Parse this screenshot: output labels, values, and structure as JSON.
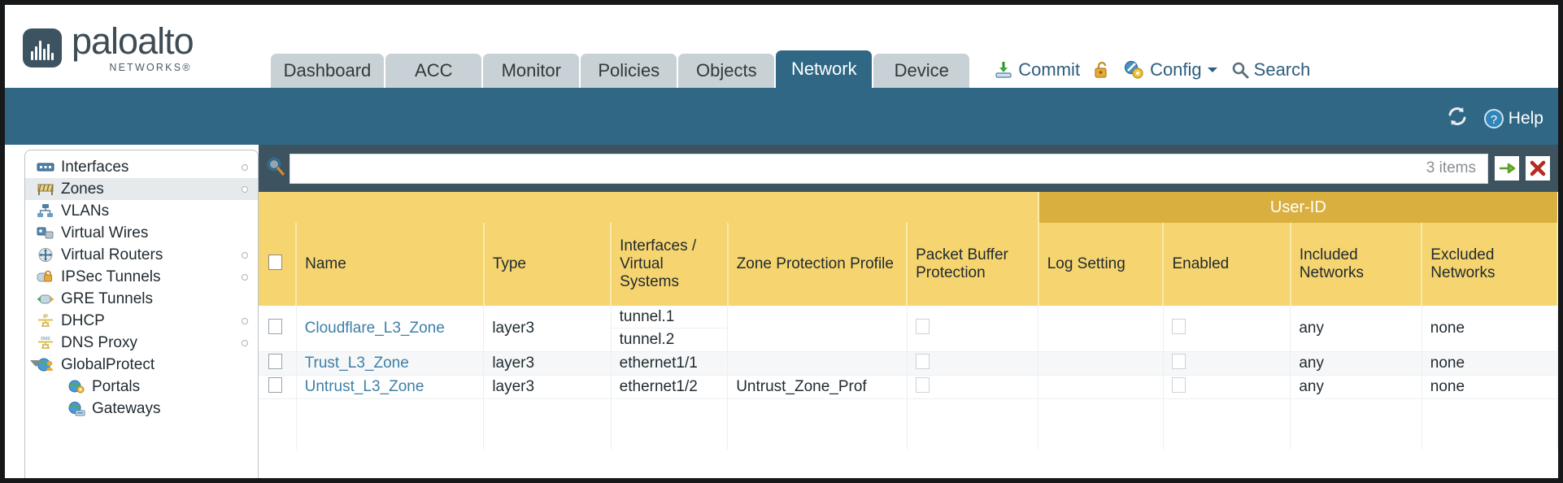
{
  "brand": {
    "name": "paloalto",
    "tagline": "NETWORKS",
    "registered": "®"
  },
  "nav": {
    "tabs": [
      {
        "label": "Dashboard",
        "active": false
      },
      {
        "label": "ACC",
        "active": false
      },
      {
        "label": "Monitor",
        "active": false
      },
      {
        "label": "Policies",
        "active": false
      },
      {
        "label": "Objects",
        "active": false
      },
      {
        "label": "Network",
        "active": true
      },
      {
        "label": "Device",
        "active": false
      }
    ],
    "utilities": [
      {
        "label": "Commit",
        "icon": "commit-icon"
      },
      {
        "label": "",
        "icon": "unlock-icon"
      },
      {
        "label": "Config",
        "icon": "config-wrench-icon",
        "has_caret": true
      },
      {
        "label": "Search",
        "icon": "search-magnifier-icon"
      }
    ]
  },
  "bluebar": {
    "refresh_icon": "refresh-icon",
    "help_label": "Help",
    "help_icon": "help-question-icon"
  },
  "sidebar": {
    "items": [
      {
        "label": "Interfaces",
        "icon": "interfaces-icon",
        "selected": false,
        "child": false,
        "dot": true,
        "caret": false
      },
      {
        "label": "Zones",
        "icon": "zones-icon",
        "selected": true,
        "child": false,
        "dot": true,
        "caret": false
      },
      {
        "label": "VLANs",
        "icon": "vlans-icon",
        "selected": false,
        "child": false,
        "dot": false,
        "caret": false
      },
      {
        "label": "Virtual Wires",
        "icon": "virtual-wires-icon",
        "selected": false,
        "child": false,
        "dot": false,
        "caret": false
      },
      {
        "label": "Virtual Routers",
        "icon": "virtual-routers-icon",
        "selected": false,
        "child": false,
        "dot": true,
        "caret": false
      },
      {
        "label": "IPSec Tunnels",
        "icon": "ipsec-tunnels-icon",
        "selected": false,
        "child": false,
        "dot": true,
        "caret": false
      },
      {
        "label": "GRE Tunnels",
        "icon": "gre-tunnels-icon",
        "selected": false,
        "child": false,
        "dot": false,
        "caret": false
      },
      {
        "label": "DHCP",
        "icon": "dhcp-icon",
        "selected": false,
        "child": false,
        "dot": true,
        "caret": false
      },
      {
        "label": "DNS Proxy",
        "icon": "dns-proxy-icon",
        "selected": false,
        "child": false,
        "dot": true,
        "caret": false
      },
      {
        "label": "GlobalProtect",
        "icon": "globalprotect-icon",
        "selected": false,
        "child": false,
        "dot": false,
        "caret": true
      },
      {
        "label": "Portals",
        "icon": "portals-icon",
        "selected": false,
        "child": true,
        "dot": false,
        "caret": false
      },
      {
        "label": "Gateways",
        "icon": "gateways-icon",
        "selected": false,
        "child": true,
        "dot": false,
        "caret": false
      }
    ]
  },
  "search": {
    "value": "",
    "placeholder": "",
    "item_count": "3 items",
    "search_icon": "search-icon",
    "go_icon": "green-arrow-go-icon",
    "clear_icon": "red-x-clear-icon"
  },
  "table": {
    "group_header": {
      "user_id": "User-ID"
    },
    "columns": [
      "Name",
      "Type",
      "Interfaces / Virtual Systems",
      "Zone Protection Profile",
      "Packet Buffer Protection",
      "Log Setting",
      "Enabled",
      "Included Networks",
      "Excluded Networks"
    ],
    "rows": [
      {
        "name": "Cloudflare_L3_Zone",
        "type": "layer3",
        "interfaces": [
          "tunnel.1",
          "tunnel.2"
        ],
        "zone_protection_profile": "",
        "packet_buffer_protection": false,
        "log_setting": "",
        "user_id_enabled": false,
        "included_networks": "any",
        "excluded_networks": "none"
      },
      {
        "name": "Trust_L3_Zone",
        "type": "layer3",
        "interfaces": [
          "ethernet1/1"
        ],
        "zone_protection_profile": "",
        "packet_buffer_protection": false,
        "log_setting": "",
        "user_id_enabled": false,
        "included_networks": "any",
        "excluded_networks": "none"
      },
      {
        "name": "Untrust_L3_Zone",
        "type": "layer3",
        "interfaces": [
          "ethernet1/2"
        ],
        "zone_protection_profile": "Untrust_Zone_Prof",
        "packet_buffer_protection": false,
        "log_setting": "",
        "user_id_enabled": false,
        "included_networks": "any",
        "excluded_networks": "none"
      }
    ]
  },
  "colors": {
    "brand_blue": "#306785",
    "header_yellow": "#f6d46f",
    "userid_gold": "#d9b040",
    "link_blue": "#3d7fa6",
    "content_bg": "#3e5360",
    "tab_inactive": "#c8d2d6"
  }
}
